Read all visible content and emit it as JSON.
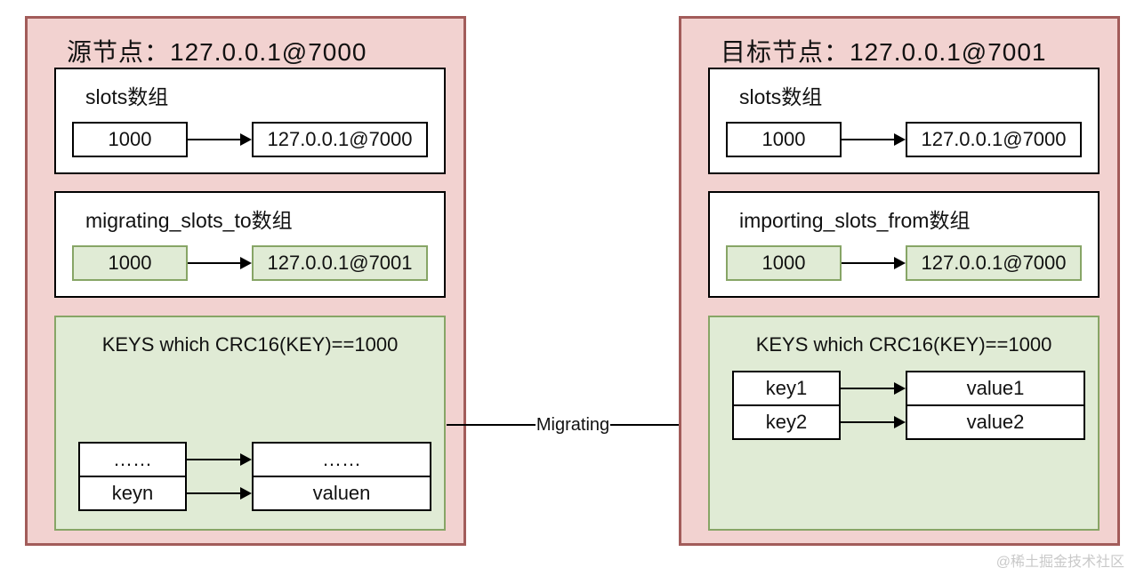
{
  "colors": {
    "panel_fill": "#f2d2d0",
    "panel_border": "#a25c5a",
    "green_fill": "#e0ebd5",
    "green_border": "#87a566",
    "box_border": "#000000",
    "watermark": "#c9c9c9"
  },
  "source_panel": {
    "title": "源节点：127.0.0.1@7000",
    "slots_box": {
      "label": "slots数组",
      "slot": "1000",
      "node": "127.0.0.1@7000"
    },
    "migrating_box": {
      "label": "migrating_slots_to数组",
      "slot": "1000",
      "node": "127.0.0.1@7001"
    },
    "keys_box": {
      "title": "KEYS which CRC16(KEY)==1000",
      "rows": [
        {
          "key": "……",
          "value": "……"
        },
        {
          "key": "keyn",
          "value": "valuen"
        }
      ]
    }
  },
  "target_panel": {
    "title": "目标节点：127.0.0.1@7001",
    "slots_box": {
      "label": "slots数组",
      "slot": "1000",
      "node": "127.0.0.1@7000"
    },
    "importing_box": {
      "label": "importing_slots_from数组",
      "slot": "1000",
      "node": "127.0.0.1@7000"
    },
    "keys_box": {
      "title": "KEYS which CRC16(KEY)==1000",
      "rows": [
        {
          "key": "key1",
          "value": "value1"
        },
        {
          "key": "key2",
          "value": "value2"
        }
      ]
    }
  },
  "migration": {
    "label": "Migrating"
  },
  "watermark": "@稀土掘金技术社区"
}
